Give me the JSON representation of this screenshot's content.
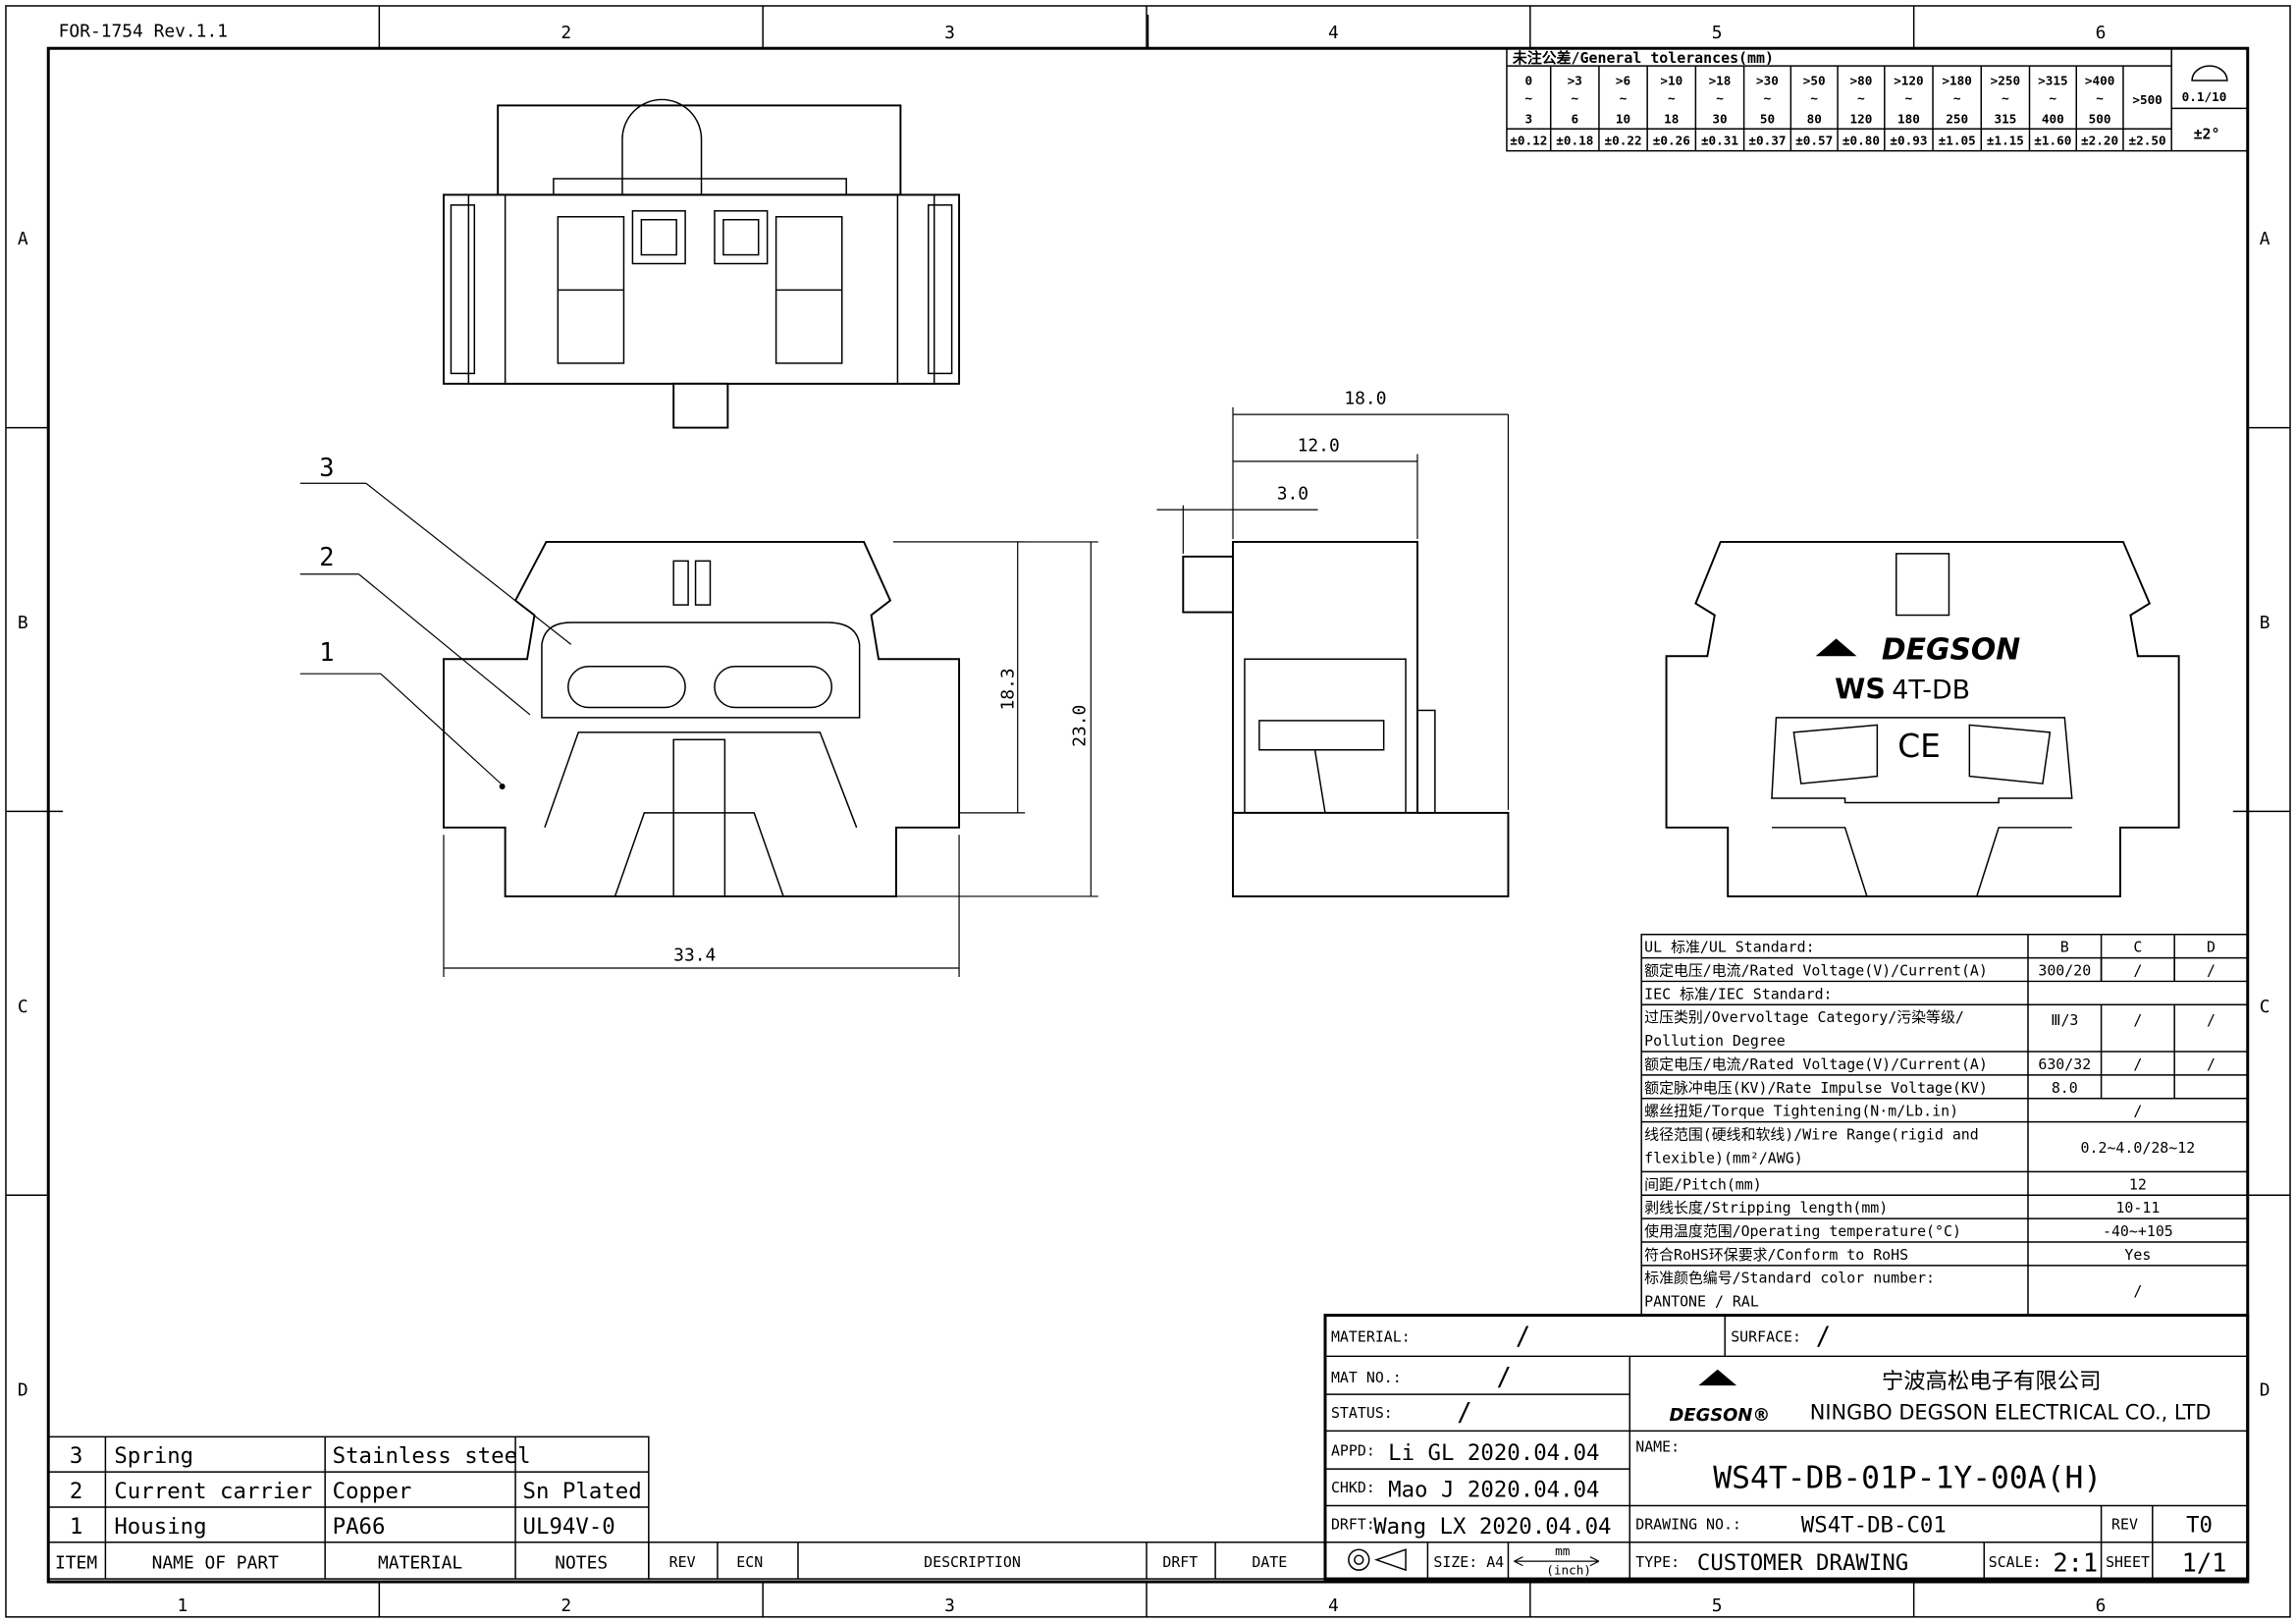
{
  "header": {
    "form_no": "FOR-1754  Rev.1.1"
  },
  "zones": {
    "columns": [
      "1",
      "2",
      "3",
      "4",
      "5",
      "6"
    ],
    "rows": [
      "A",
      "B",
      "C",
      "D"
    ]
  },
  "tolerances": {
    "title": "未注公差/General  tolerances(mm)",
    "ranges": [
      [
        "0",
        "3"
      ],
      [
        ">3",
        "6"
      ],
      [
        ">6",
        "10"
      ],
      [
        ">10",
        "18"
      ],
      [
        ">18",
        "30"
      ],
      [
        ">30",
        "50"
      ],
      [
        ">50",
        "80"
      ],
      [
        ">80",
        "120"
      ],
      [
        ">120",
        "180"
      ],
      [
        ">180",
        "250"
      ],
      [
        ">250",
        "315"
      ],
      [
        ">315",
        "400"
      ],
      [
        ">400",
        "500"
      ],
      [
        ">500",
        ""
      ]
    ],
    "values": [
      "±0.12",
      "±0.18",
      "±0.22",
      "±0.26",
      "±0.31",
      "±0.37",
      "±0.57",
      "±0.80",
      "±0.93",
      "±1.05",
      "±1.15",
      "±1.60",
      "±2.20",
      "±2.50"
    ],
    "tilde": "~",
    "angle_tol": "0.1/10",
    "angle_sym": "±2°"
  },
  "specs": {
    "columns": [
      "B",
      "C",
      "D"
    ],
    "rows": [
      {
        "label": "UL 标准/UL Standard:",
        "b": "",
        "c": "",
        "d": ""
      },
      {
        "label": "额定电压/电流/Rated Voltage(V)/Current(A)",
        "b": "300/20",
        "c": "/",
        "d": "/"
      },
      {
        "label": "IEC 标准/IEC Standard:",
        "b": "",
        "c": "",
        "d": ""
      },
      {
        "label": "过压类别/Overvoltage Category/污染等级/",
        "label2": "Pollution Degree",
        "b": "Ⅲ/3",
        "c": "/",
        "d": "/"
      },
      {
        "label": "额定电压/电流/Rated Voltage(V)/Current(A)",
        "b": "630/32",
        "c": "/",
        "d": "/"
      },
      {
        "label": "额定脉冲电压(KV)/Rate Impulse Voltage(KV)",
        "b": "8.0",
        "c": "",
        "d": ""
      },
      {
        "label": "螺丝扭矩/Torque Tightening(N·m/Lb.in)",
        "all": "/"
      },
      {
        "label": "线径范围(硬线和软线)/Wire Range(rigid and",
        "label2": "flexible)(mm²/AWG)",
        "all": "0.2~4.0/28~12"
      },
      {
        "label": "间距/Pitch(mm)",
        "all": "12"
      },
      {
        "label": "剥线长度/Stripping length(mm)",
        "all": "10-11"
      },
      {
        "label": "使用温度范围/Operating temperature(°C)",
        "all": "-40~+105"
      },
      {
        "label": "符合RoHS环保要求/Conform to RoHS",
        "all": "Yes"
      },
      {
        "label": "标准颜色编号/Standard color number:",
        "label2": "PANTONE / RAL",
        "all": "/"
      }
    ]
  },
  "parts": {
    "header": [
      "ITEM",
      "NAME OF PART",
      "MATERIAL",
      "NOTES"
    ],
    "rows": [
      [
        "3",
        "Spring",
        "Stainless steel",
        ""
      ],
      [
        "2",
        "Current carrier",
        "Copper",
        "Sn Plated"
      ],
      [
        "1",
        "Housing",
        "PA66",
        "UL94V-0"
      ]
    ]
  },
  "revision": {
    "headers": [
      "REV",
      "ECN",
      "DESCRIPTION",
      "DRFT",
      "DATE"
    ]
  },
  "title_block": {
    "material_label": "MATERIAL:",
    "material": "/",
    "surface_label": "SURFACE:",
    "surface": "/",
    "mat_no_label": "MAT NO.:",
    "mat_no": "/",
    "status_label": "STATUS:",
    "status": "/",
    "appd_label": "APPD:",
    "appd": "Li GL 2020.04.04",
    "chkd_label": "CHKD:",
    "chkd": "Mao J 2020.04.04",
    "drft_label": "DRFT:",
    "drft": "Wang LX 2020.04.04",
    "size": "SIZE: A4",
    "units_top": "mm",
    "units_bottom": "(inch)",
    "company_cn": "宁波高松电子有限公司",
    "company_en": "NINGBO DEGSON ELECTRICAL CO., LTD",
    "logo": "DEGSON®",
    "name_label": "NAME:",
    "name": "WS4T-DB-01P-1Y-00A(H)",
    "drawing_no_label": "DRAWING NO.:",
    "drawing_no": "WS4T-DB-C01",
    "rev_label": "REV",
    "rev": "T0",
    "type_label": "TYPE:",
    "type": "CUSTOMER DRAWING",
    "scale_label": "SCALE:",
    "scale": "2:1",
    "sheet_label": "SHEET",
    "sheet": "1/1"
  },
  "dimensions": {
    "d18_0": "18.0",
    "d12_0": "12.0",
    "d3_0": "3.0",
    "d18_3": "18.3",
    "d23_0": "23.0",
    "d33_4": "33.4"
  },
  "callouts": [
    "1",
    "2",
    "3"
  ],
  "product_marking": {
    "brand": "DEGSON",
    "model_bold": "WS",
    "model": "4T-DB",
    "cert": "CE"
  }
}
